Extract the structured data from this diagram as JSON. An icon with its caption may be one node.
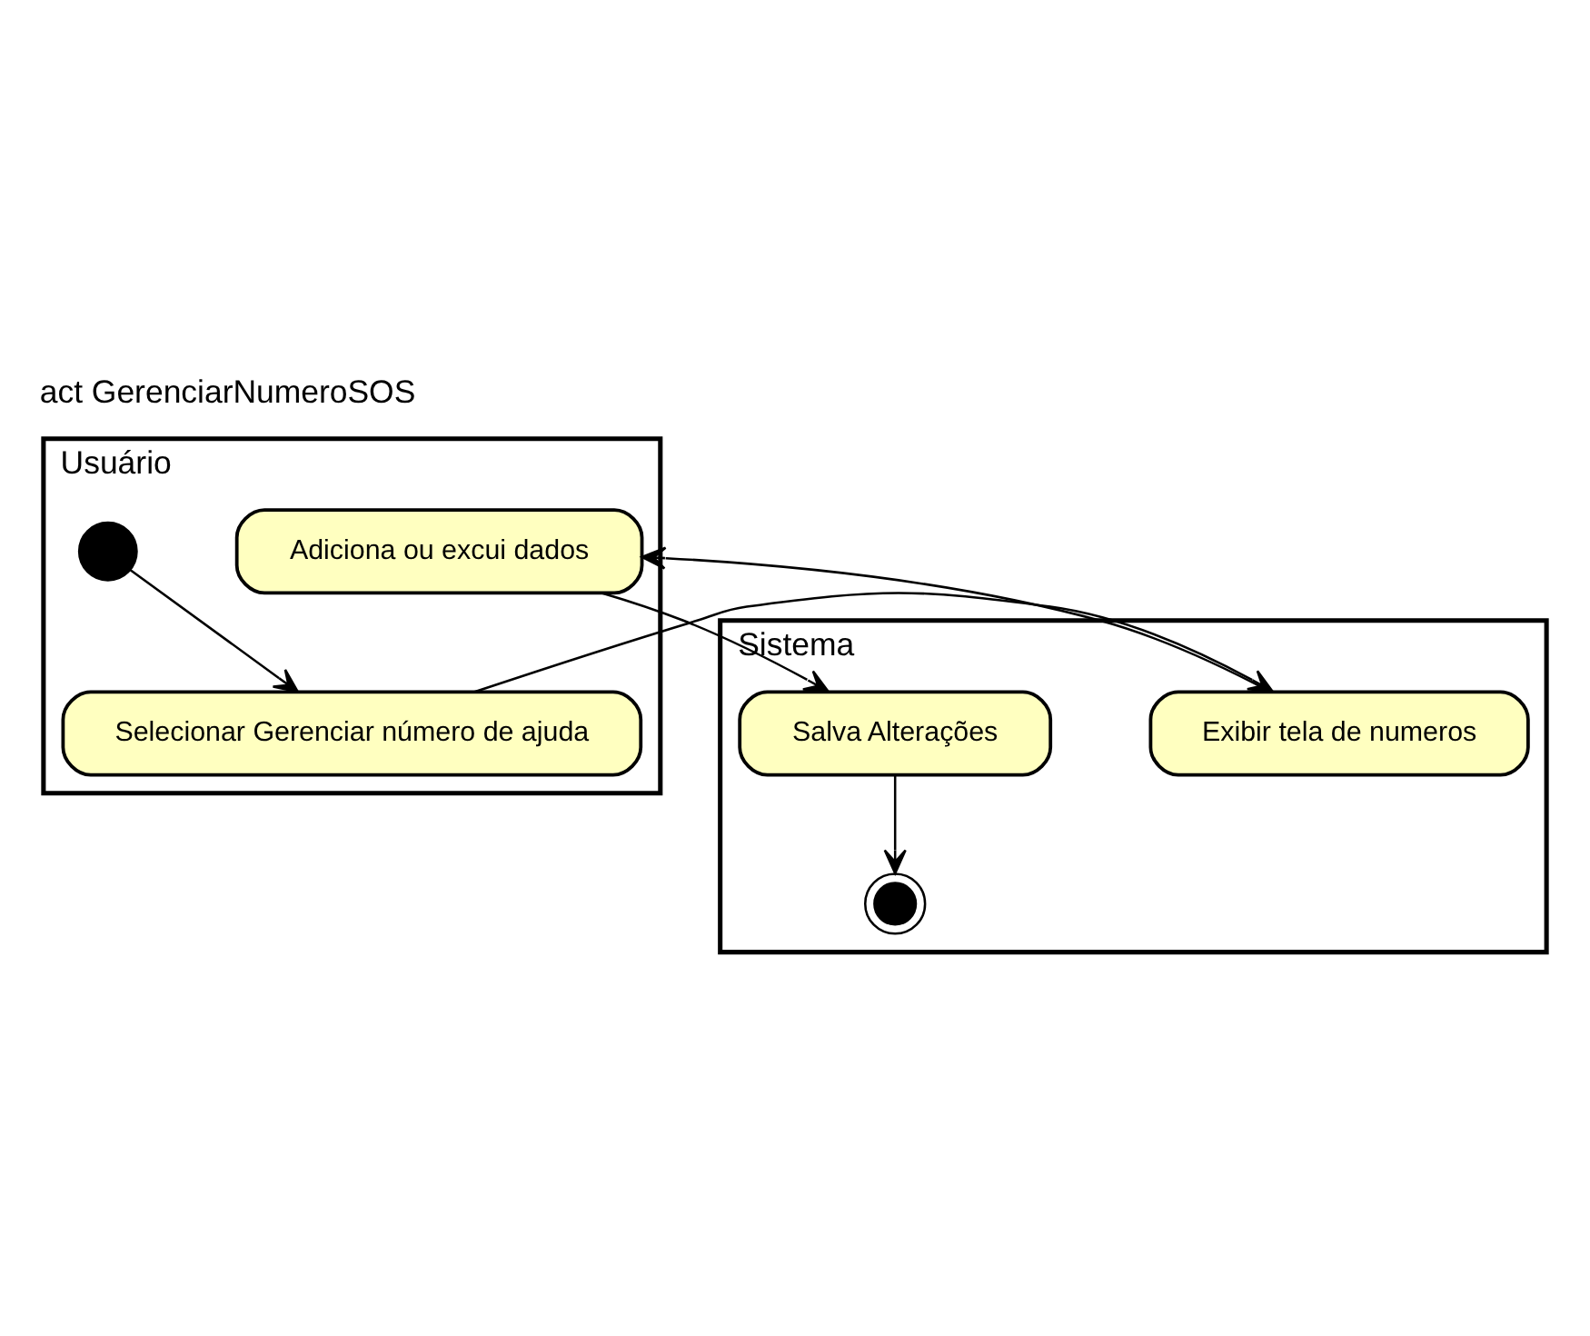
{
  "diagram": {
    "title": "act GerenciarNumeroSOS",
    "nodes": [
      {
        "text": [
          "Sistema"
        ]
      },
      {
        "text": [
          "Usuário"
        ]
      },
      {
        "text": [],
        "shape": "circle",
        "in": 1
      },
      {
        "text": [
          "Exibir tela de numeros"
        ],
        "in": 0
      },
      {
        "text": [
          "Selecionar Gerenciar número de ajuda"
        ],
        "in": 1
      },
      {
        "text": [
          "Adiciona ou excui dados"
        ],
        "in": 1
      },
      {
        "text": [
          "Salva Alterações"
        ],
        "in": 0
      },
      {
        "text": [],
        "shape": "circle",
        "in": 0
      }
    ],
    "edges": [
      {
        "from": 2,
        "to": 4,
        "arrow": "to"
      },
      {
        "from": 4,
        "to": 3,
        "arrow": "to"
      },
      {
        "from": 3,
        "to": 5,
        "arrow": "to"
      },
      {
        "from": 5,
        "to": 6,
        "arrow": "to"
      },
      {
        "from": 6,
        "to": 7,
        "arrow": "to"
      }
    ]
  }
}
